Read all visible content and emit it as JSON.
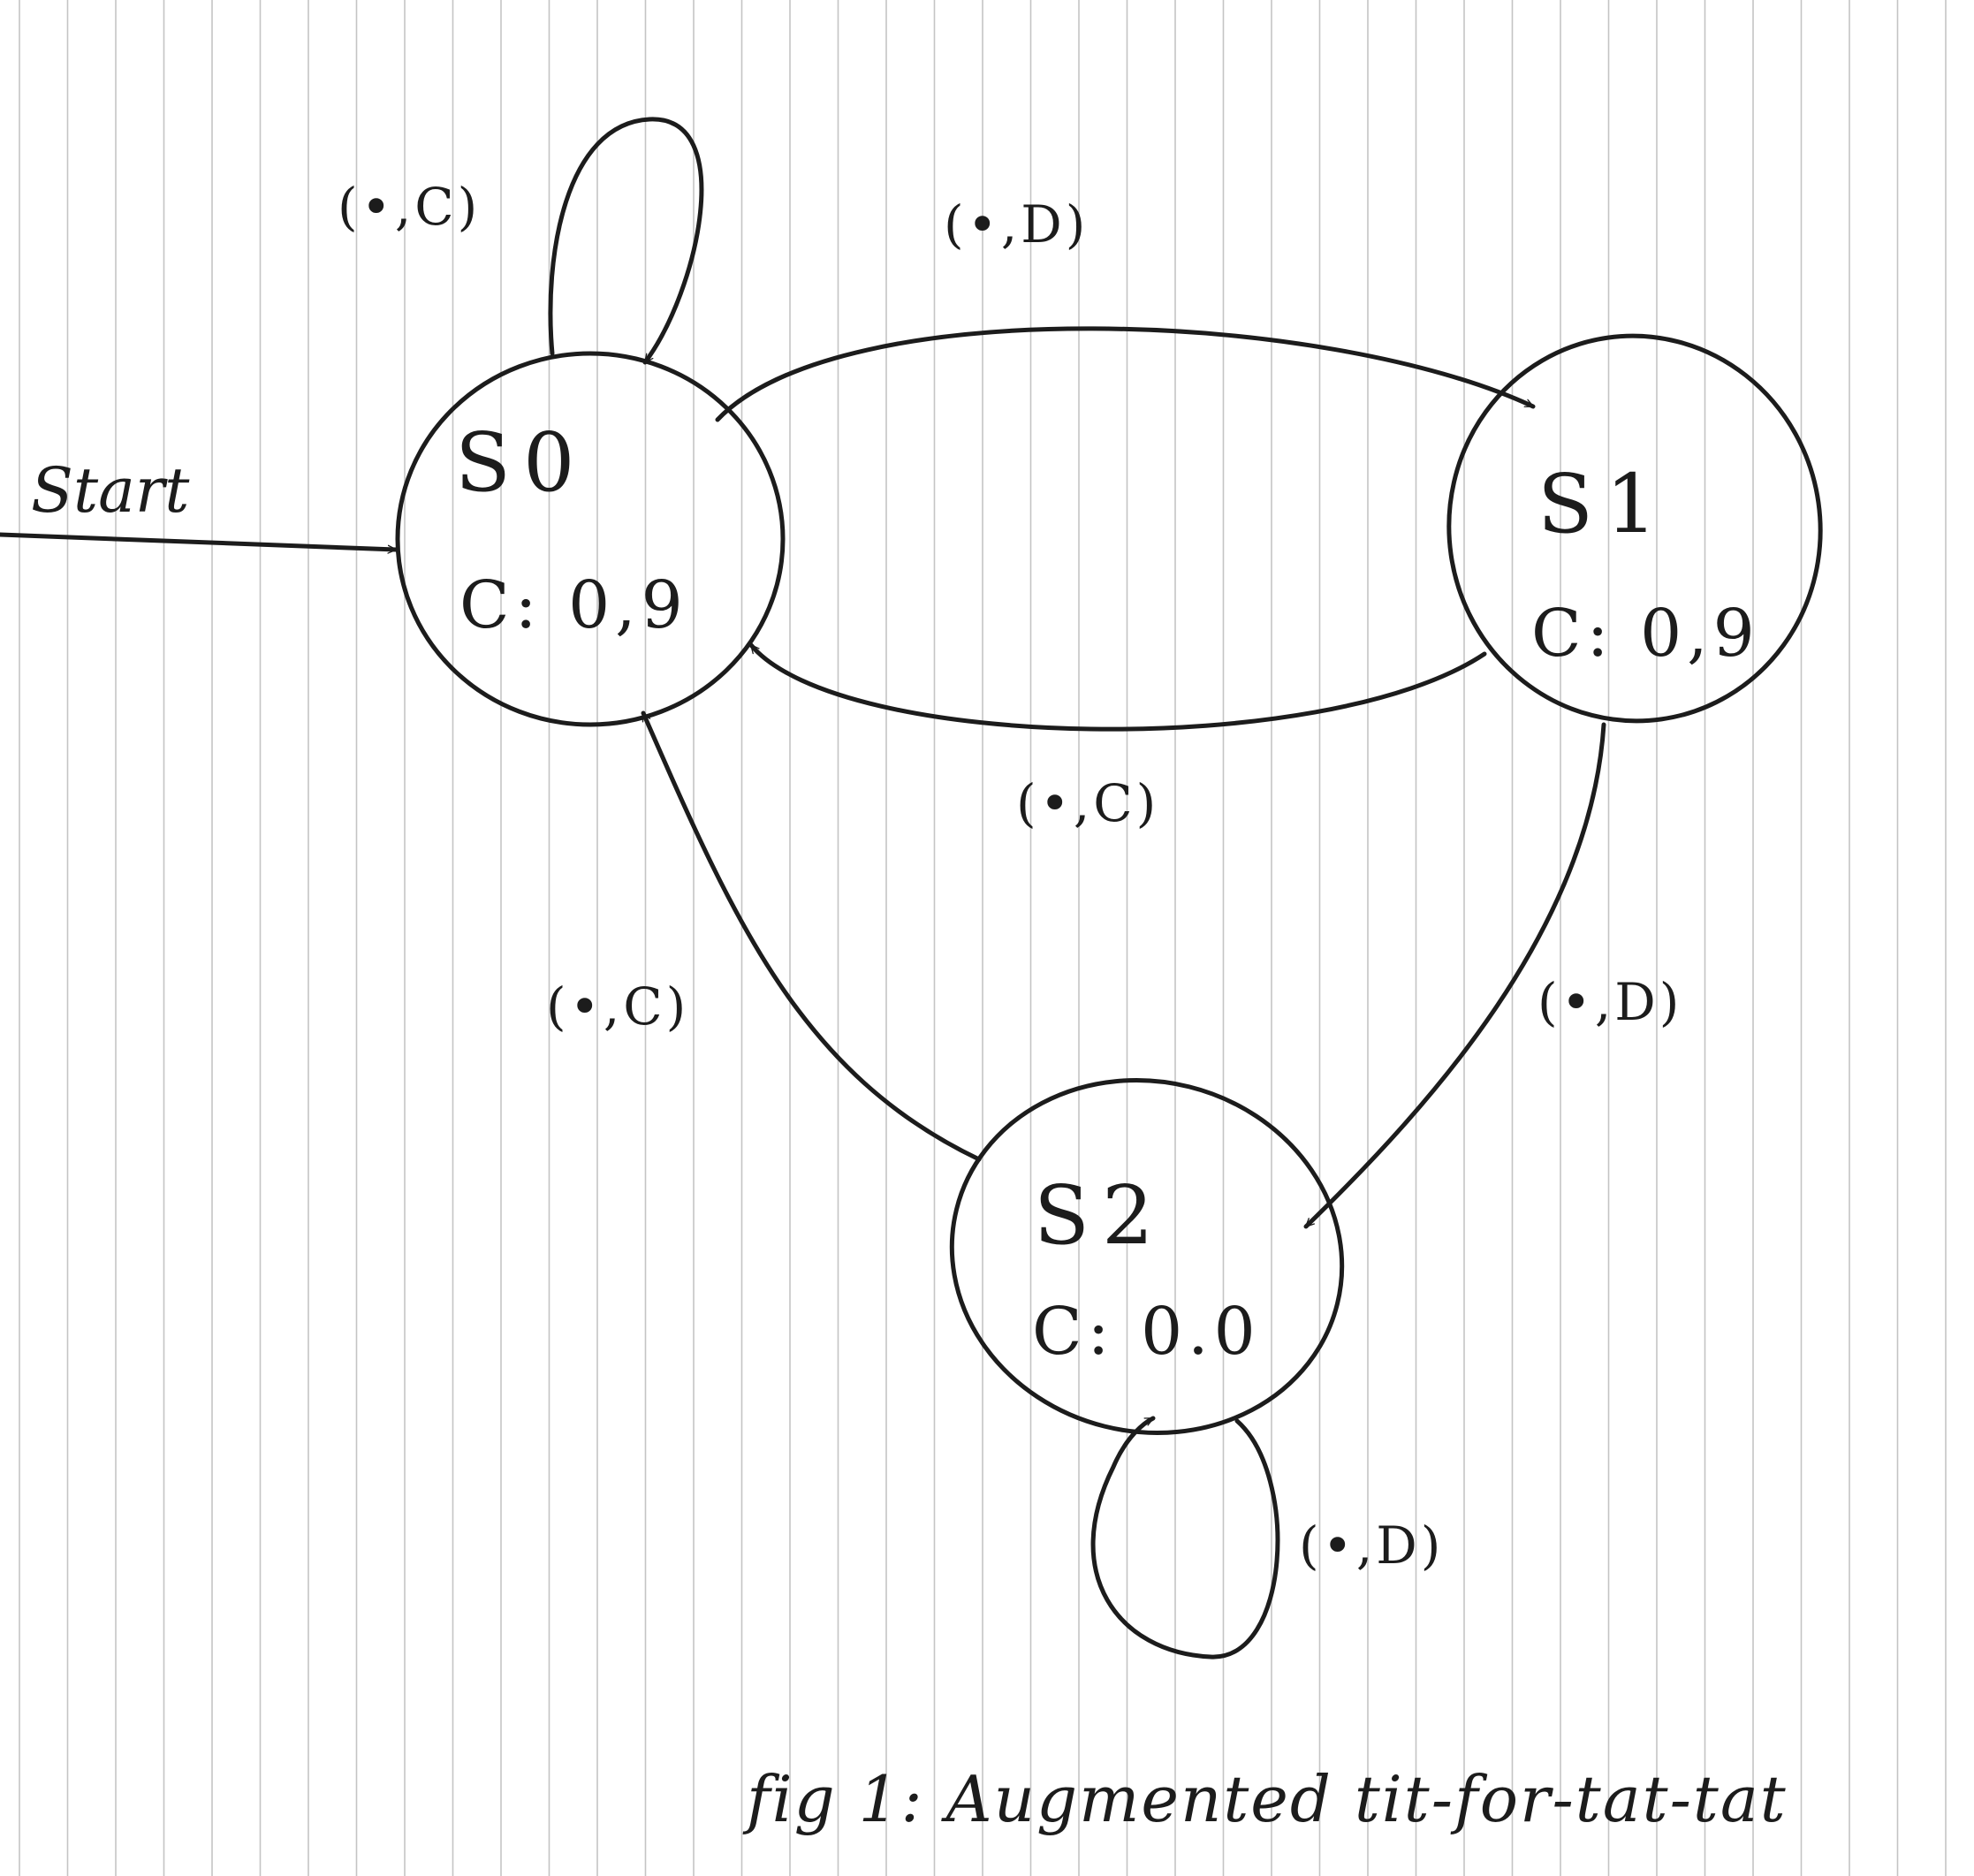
{
  "diagram": {
    "start_label": "Start",
    "caption": "fig 1: Augmented tit-for-tat-tat",
    "states": [
      {
        "id": "S0",
        "name": "S0",
        "value": "C: 0,9"
      },
      {
        "id": "S1",
        "name": "S1",
        "value": "C: 0,9"
      },
      {
        "id": "S2",
        "name": "S2",
        "value": "C: 0.0"
      }
    ],
    "transitions": [
      {
        "from": "S0",
        "to": "S0",
        "label": "(•,C)"
      },
      {
        "from": "S0",
        "to": "S1",
        "label": "(•,D)"
      },
      {
        "from": "S1",
        "to": "S0",
        "label": "(•,C)"
      },
      {
        "from": "S1",
        "to": "S2",
        "label": "(•,D)"
      },
      {
        "from": "S2",
        "to": "S0",
        "label": "(•,C)"
      },
      {
        "from": "S2",
        "to": "S2",
        "label": "(•,D)"
      }
    ]
  }
}
